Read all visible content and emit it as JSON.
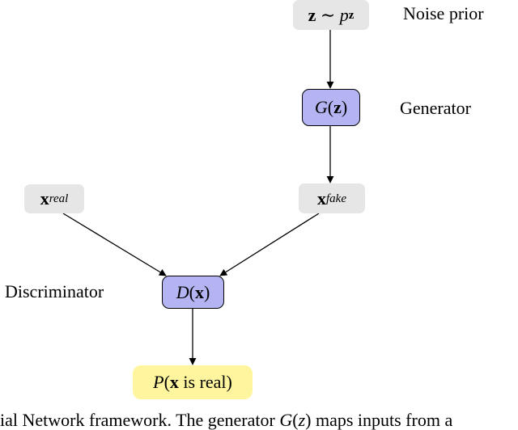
{
  "nodes": {
    "prior": {
      "var": "z",
      "rel": "∼",
      "dist": "p",
      "dist_sub": "z"
    },
    "generator": {
      "fn": "G",
      "arg": "z"
    },
    "real": {
      "var": "x",
      "sub": "real"
    },
    "fake": {
      "var": "x",
      "sub": "fake"
    },
    "discriminator": {
      "fn": "D",
      "arg": "x"
    },
    "output": {
      "fn": "P",
      "arg": "x",
      "text": "is real"
    }
  },
  "labels": {
    "noise_prior": "Noise prior",
    "generator": "Generator",
    "discriminator": "Discriminator"
  },
  "caption": {
    "pre": "ial Network framework. The generator ",
    "fn": "G",
    "arg": "z",
    "post": " maps inputs from a"
  },
  "colors": {
    "input_box": "#e6e6e6",
    "model_box": "#b4b4f2",
    "output_box": "#fff59e"
  }
}
